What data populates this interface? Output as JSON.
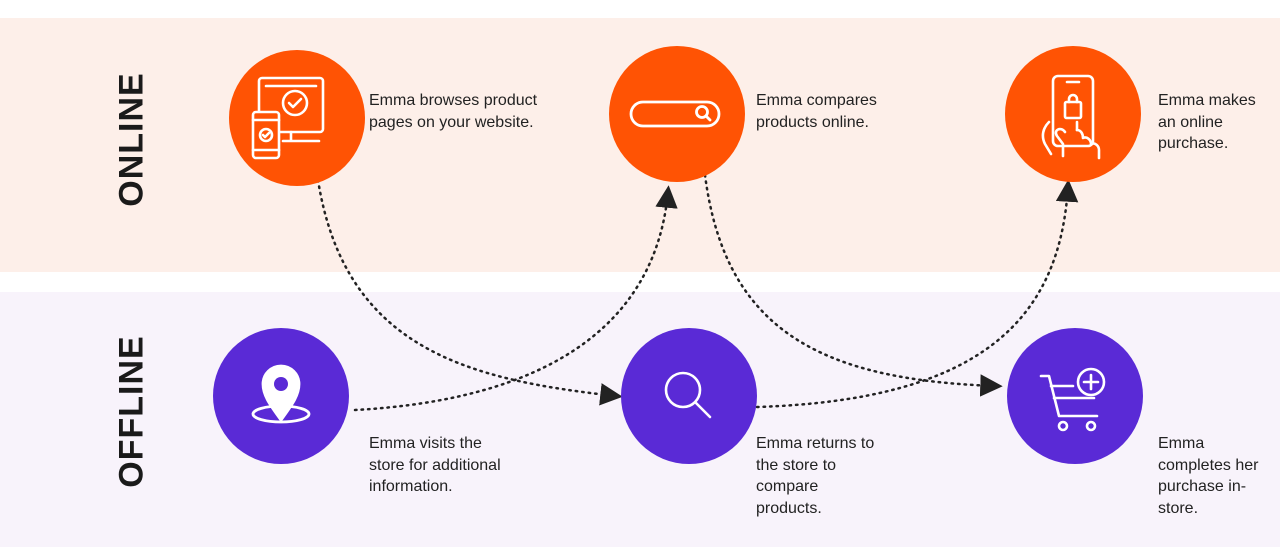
{
  "bands": {
    "online": "ONLINE",
    "offline": "OFFLINE"
  },
  "steps": {
    "browse": {
      "text": "Emma browses product pages on your website.",
      "icon": "desktop-mobile-check-icon"
    },
    "compare_online": {
      "text": "Emma compares products online.",
      "icon": "search-bar-icon"
    },
    "purchase_online": {
      "text": "Emma makes an online purchase.",
      "icon": "phone-shopping-bag-icon"
    },
    "visit_store": {
      "text": "Emma visits the store for additional information.",
      "icon": "location-pin-icon"
    },
    "return_store": {
      "text": "Emma returns to the store to compare products.",
      "icon": "magnifier-icon"
    },
    "purchase_store": {
      "text": "Emma completes her purchase in-store.",
      "icon": "cart-plus-icon"
    }
  },
  "colors": {
    "online_node": "#ff5304",
    "offline_node": "#5a2ad6",
    "online_band": "#fdefe9",
    "offline_band": "#f8f3fb",
    "connector": "#222222"
  }
}
